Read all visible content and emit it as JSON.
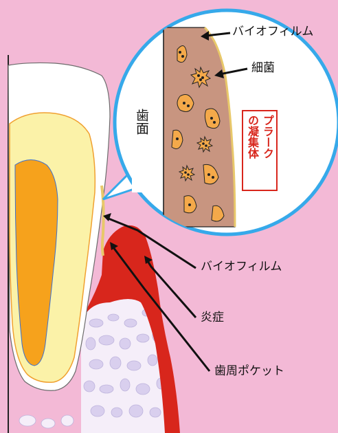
{
  "labels": {
    "biofilm_zoom": "バイオフィルム",
    "bacteria": "細菌",
    "tooth_surface": "歯面",
    "plaque_line1": "プラーク",
    "plaque_line2": "の凝集体",
    "biofilm": "バイオフィルム",
    "inflammation": "炎症",
    "periodontal_pocket": "歯周ポケット"
  },
  "colors": {
    "background": "#f3b9d6",
    "enamel": "#ffffff",
    "dentin": "#fbf2a8",
    "pulp": "#f6a21c",
    "gum": "#d8261c",
    "bone_outline": "#cfc9e6",
    "callout_border": "#36a9ea",
    "biofilm_layer": "#c89580",
    "plaque_text": "#d8261c"
  }
}
